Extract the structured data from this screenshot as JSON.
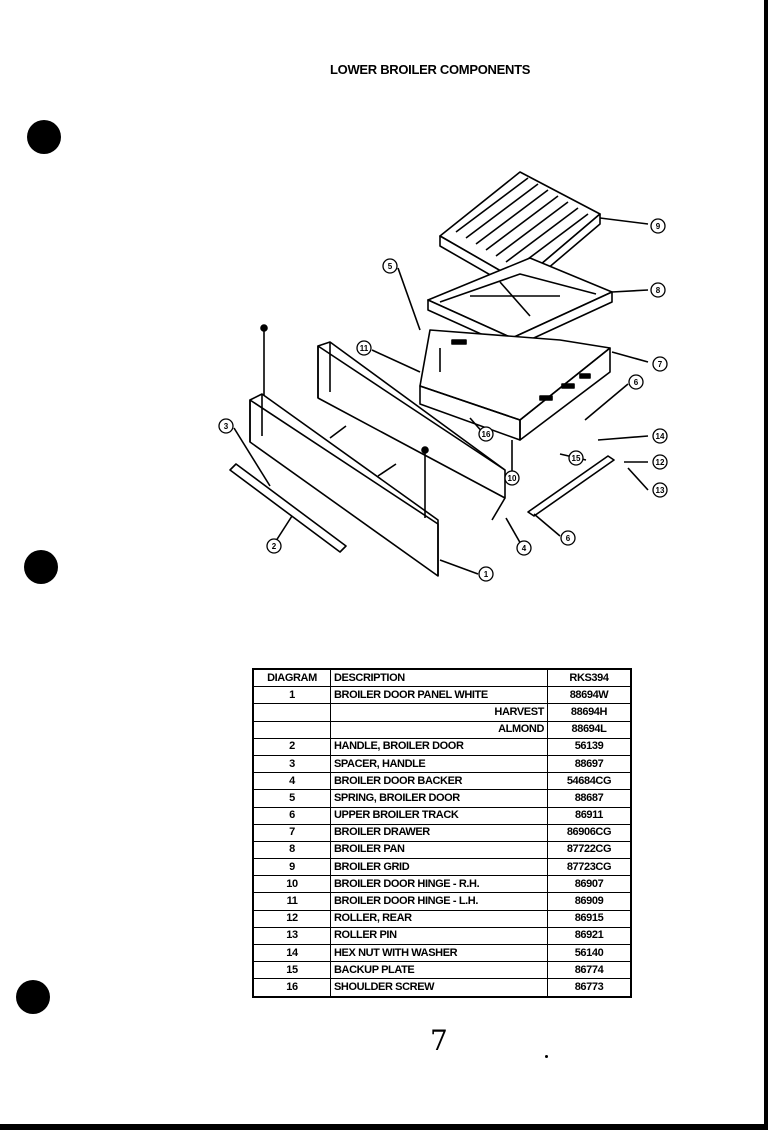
{
  "page": {
    "title": "LOWER BROILER COMPONENTS",
    "handwritten_mark": "7"
  },
  "diagram": {
    "callouts": [
      "9",
      "8",
      "7",
      "5",
      "6",
      "11",
      "3",
      "16",
      "10",
      "14",
      "12",
      "13",
      "15",
      "4",
      "6",
      "2",
      "1"
    ]
  },
  "table": {
    "headers": {
      "diagram": "DIAGRAM",
      "description": "DESCRIPTION",
      "part": "RKS394"
    },
    "rows": [
      {
        "diagram": "1",
        "description": "BROILER DOOR PANEL WHITE",
        "part": "88694W"
      },
      {
        "diagram": "",
        "description": "HARVEST",
        "part": "88694H"
      },
      {
        "diagram": "",
        "description": "ALMOND",
        "part": "88694L"
      },
      {
        "diagram": "2",
        "description": "HANDLE, BROILER DOOR",
        "part": "56139"
      },
      {
        "diagram": "3",
        "description": "SPACER, HANDLE",
        "part": "88697"
      },
      {
        "diagram": "4",
        "description": "BROILER DOOR BACKER",
        "part": "54684CG"
      },
      {
        "diagram": "5",
        "description": "SPRING, BROILER DOOR",
        "part": "88687"
      },
      {
        "diagram": "6",
        "description": "UPPER BROILER TRACK",
        "part": "86911"
      },
      {
        "diagram": "7",
        "description": "BROILER DRAWER",
        "part": "86906CG"
      },
      {
        "diagram": "8",
        "description": "BROILER PAN",
        "part": "87722CG"
      },
      {
        "diagram": "9",
        "description": "BROILER GRID",
        "part": "87723CG"
      },
      {
        "diagram": "10",
        "description": "BROILER DOOR HINGE - R.H.",
        "part": "86907"
      },
      {
        "diagram": "11",
        "description": "BROILER DOOR HINGE - L.H.",
        "part": "86909"
      },
      {
        "diagram": "12",
        "description": "ROLLER, REAR",
        "part": "86915"
      },
      {
        "diagram": "13",
        "description": "ROLLER PIN",
        "part": "86921"
      },
      {
        "diagram": "14",
        "description": "HEX NUT WITH WASHER",
        "part": "56140"
      },
      {
        "diagram": "15",
        "description": "BACKUP PLATE",
        "part": "86774"
      },
      {
        "diagram": "16",
        "description": "SHOULDER SCREW",
        "part": "86773"
      }
    ]
  }
}
